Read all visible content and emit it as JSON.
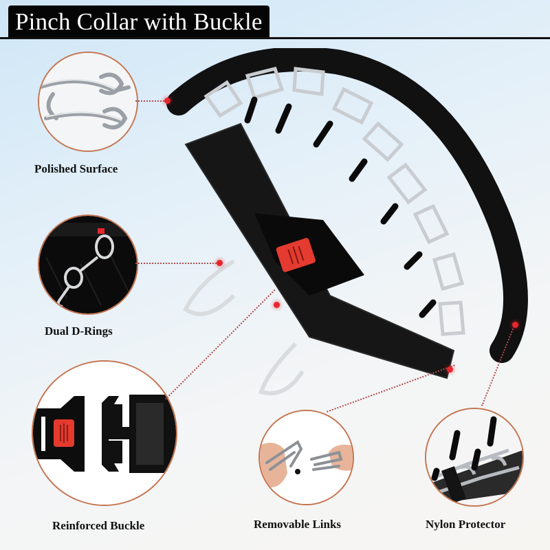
{
  "title": "Pinch Collar with Buckle",
  "features": [
    {
      "id": "polished-surface",
      "label": "Polished Surface",
      "icon": "chain-link-closeup"
    },
    {
      "id": "dual-d-rings",
      "label": "Dual D-Rings",
      "icon": "d-ring-on-fur"
    },
    {
      "id": "reinforced-buckle",
      "label": "Reinforced Buckle",
      "icon": "quick-release-buckle"
    },
    {
      "id": "removable-links",
      "label": "Removable Links",
      "icon": "hands-separating-links"
    },
    {
      "id": "nylon-protector",
      "label": "Nylon Protector",
      "icon": "rubber-tipped-prongs"
    }
  ],
  "colors": {
    "title_bg": "#050505",
    "title_text": "#ffffff",
    "callout_border": "#c4744f",
    "marker_dot": "#e8262d",
    "leader_line": "#b04a4a",
    "buckle_button": "#e53a2f"
  }
}
